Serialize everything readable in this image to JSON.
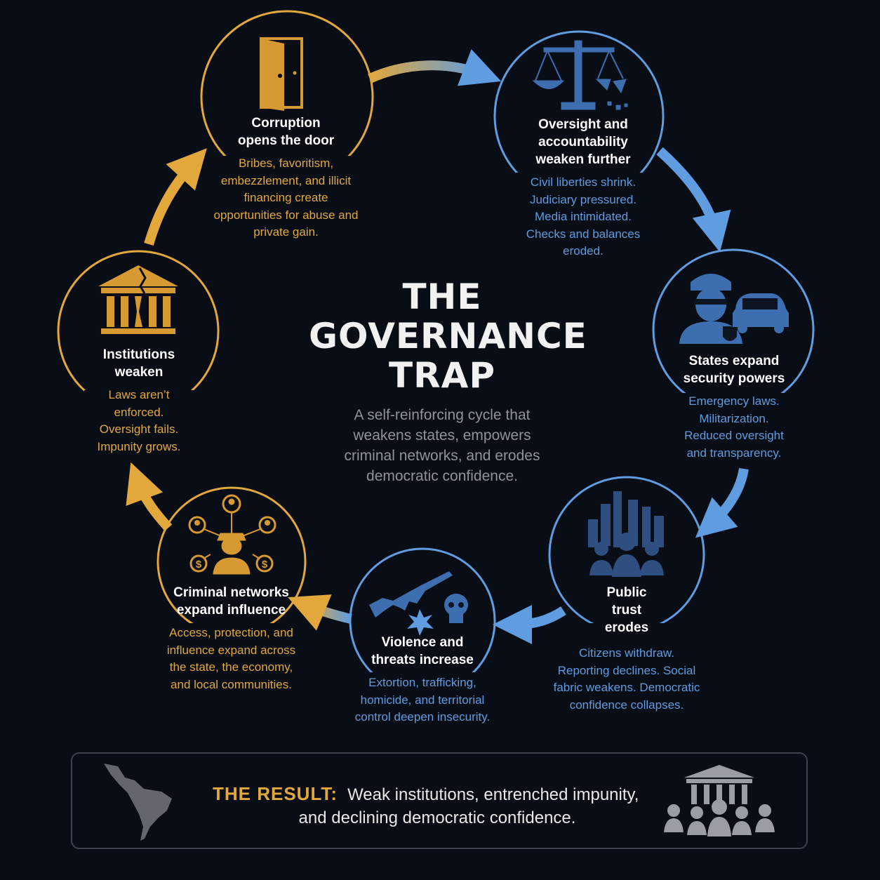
{
  "center": {
    "title_line1": "THE",
    "title_line2": "GOVERNANCE",
    "title_line3": "TRAP",
    "subtitle": "A self-reinforcing cycle that weakens states, empowers criminal networks, and erodes democratic confidence."
  },
  "nodes": [
    {
      "title": "Corruption opens the door",
      "desc": "Bribes, favoritism, embezzlement, and illicit financing create opportunities for abuse and private gain.",
      "icon": "door-icon",
      "color": "#e3a83c"
    },
    {
      "title": "Oversight and accountability weaken further",
      "desc": "Civil liberties shrink. Judiciary pressured. Media intimidated. Checks and balances eroded.",
      "icon": "broken-scales-icon",
      "color": "#5f9ce0"
    },
    {
      "title": "States expand security powers",
      "desc": "Emergency laws. Militarization. Reduced oversight and transparency.",
      "icon": "police-car-icon",
      "color": "#5f9ce0"
    },
    {
      "title": "Public trust erodes",
      "desc": "Citizens withdraw. Reporting declines. Social fabric weakens. Democratic confidence collapses.",
      "icon": "crowd-city-icon",
      "color": "#5f9ce0"
    },
    {
      "title": "Violence and threats increase",
      "desc": "Extortion, trafficking, homicide, and territorial control deepen insecurity.",
      "icon": "rifle-skull-icon",
      "color": "#5f9ce0"
    },
    {
      "title": "Criminal networks expand influence",
      "desc": "Access, protection, and influence expand across the state, the economy, and local communities.",
      "icon": "criminal-network-icon",
      "color": "#e3a83c"
    },
    {
      "title": "Institutions weaken",
      "desc": "Laws aren’t enforced. Oversight fails. Impunity grows.",
      "icon": "cracked-institution-icon",
      "color": "#e3a83c"
    }
  ],
  "result": {
    "label": "THE RESULT:",
    "line1": "Weak institutions, entrenched impunity,",
    "line2": "and declining democratic confidence.",
    "left_icon": "latin-america-map-icon",
    "right_icon": "institution-people-icon"
  },
  "colors": {
    "gold": "#e3a83c",
    "blue": "#5f9ce0",
    "background": "#090d15"
  }
}
